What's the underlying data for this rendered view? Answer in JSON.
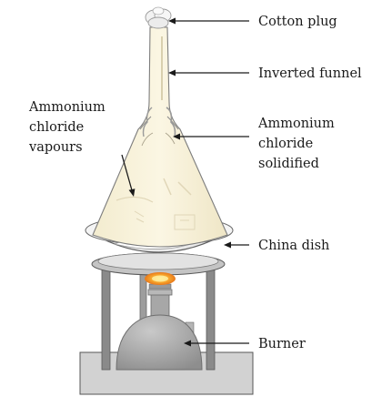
{
  "diagram": {
    "labels": {
      "cotton_plug": "Cotton plug",
      "inverted_funnel": "Inverted funnel",
      "ammonium_chloride_solidified": [
        "Ammonium",
        "chloride",
        "solidified"
      ],
      "ammonium_chloride_vapours": [
        "Ammonium",
        "chloride",
        "vapours"
      ],
      "china_dish": "China dish",
      "burner": "Burner"
    }
  }
}
